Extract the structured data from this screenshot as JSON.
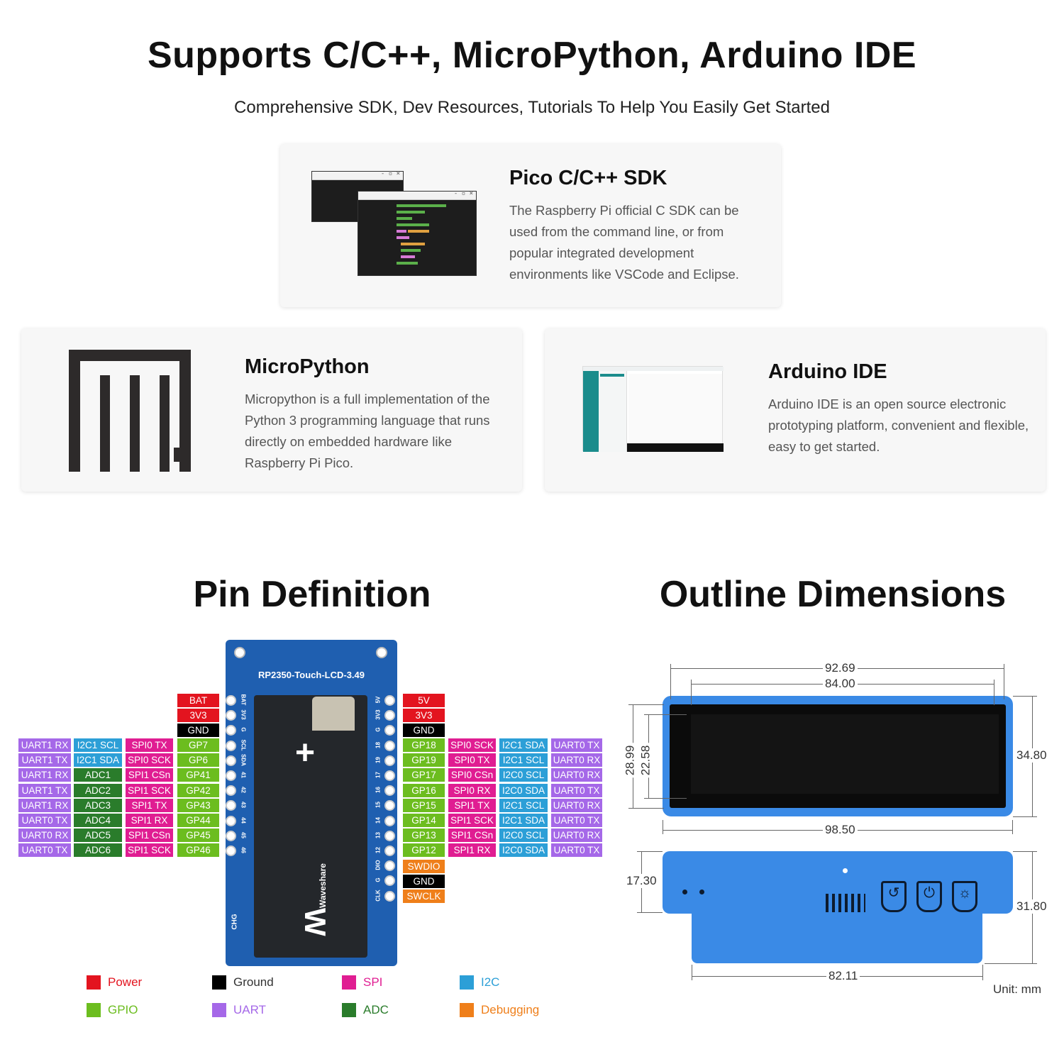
{
  "header": {
    "title": "Supports C/C++, MicroPython, Arduino IDE",
    "subtitle": "Comprehensive SDK, Dev Resources, Tutorials To Help You Easily Get Started"
  },
  "cards": {
    "pico": {
      "title": "Pico C/C++ SDK",
      "desc": "The Raspberry Pi official C SDK can be used from the command line, or from popular integrated development environments like VSCode and Eclipse."
    },
    "micropython": {
      "title": "MicroPython",
      "desc": "Micropython is a full implementation of the Python 3 programming language that runs directly on embedded hardware like Raspberry Pi Pico."
    },
    "arduino": {
      "title": "Arduino IDE",
      "desc": "Arduino IDE is an open source electronic prototyping platform, convenient and flexible, easy to get started."
    }
  },
  "pin_section": {
    "title": "Pin Definition",
    "board_name": "RP2350-Touch-LCD-3.49",
    "brand": "Waveshare",
    "chg_label": "CHG",
    "left_top": [
      {
        "label": "BAT",
        "type": "power"
      },
      {
        "label": "3V3",
        "type": "power"
      },
      {
        "label": "GND",
        "type": "ground"
      }
    ],
    "left_rows": [
      [
        "UART1 RX",
        "I2C1 SCL",
        "SPI0 TX",
        "GP7"
      ],
      [
        "UART1 TX",
        "I2C1 SDA",
        "SPI0 SCK",
        "GP6"
      ],
      [
        "UART1 RX",
        "ADC1",
        "SPI1 CSn",
        "GP41"
      ],
      [
        "UART1 TX",
        "ADC2",
        "SPI1 SCK",
        "GP42"
      ],
      [
        "UART1 RX",
        "ADC3",
        "SPI1 TX",
        "GP43"
      ],
      [
        "UART0 TX",
        "ADC4",
        "SPI1 RX",
        "GP44"
      ],
      [
        "UART0 RX",
        "ADC5",
        "SPI1 CSn",
        "GP45"
      ],
      [
        "UART0 TX",
        "ADC6",
        "SPI1 SCK",
        "GP46"
      ]
    ],
    "left_row_types": [
      "uart",
      "i2c",
      "spi",
      "gpio"
    ],
    "left_row_types_adc": [
      "uart",
      "adc",
      "spi",
      "gpio"
    ],
    "right_top": [
      {
        "label": "5V",
        "type": "power"
      },
      {
        "label": "3V3",
        "type": "power"
      },
      {
        "label": "GND",
        "type": "ground"
      }
    ],
    "right_rows": [
      [
        "GP18",
        "SPI0 SCK",
        "I2C1 SDA",
        "UART0 TX"
      ],
      [
        "GP19",
        "SPI0 TX",
        "I2C1 SCL",
        "UART0 RX"
      ],
      [
        "GP17",
        "SPI0 CSn",
        "I2C0 SCL",
        "UART0 RX"
      ],
      [
        "GP16",
        "SPI0 RX",
        "I2C0 SDA",
        "UART0 TX"
      ],
      [
        "GP15",
        "SPI1 TX",
        "I2C1 SCL",
        "UART0 RX"
      ],
      [
        "GP14",
        "SPI1 SCK",
        "I2C1 SDA",
        "UART0 TX"
      ],
      [
        "GP13",
        "SPI1 CSn",
        "I2C0 SCL",
        "UART0 RX"
      ],
      [
        "GP12",
        "SPI1 RX",
        "I2C0 SDA",
        "UART0 TX"
      ]
    ],
    "right_bottom": [
      {
        "label": "SWDIO",
        "type": "dbg"
      },
      {
        "label": "GND",
        "type": "ground"
      },
      {
        "label": "SWCLK",
        "type": "dbg"
      }
    ],
    "silk_left": [
      "BAT",
      "3V3",
      "G",
      "SCL",
      "SDA",
      "41",
      "42",
      "43",
      "44",
      "45",
      "46"
    ],
    "silk_right": [
      "5V",
      "3V3",
      "G",
      "18",
      "19",
      "17",
      "16",
      "15",
      "14",
      "13",
      "12",
      "DIO",
      "G",
      "CLK"
    ],
    "legend": [
      {
        "label": "Power",
        "color": "#e3141f"
      },
      {
        "label": "Ground",
        "color": "#000000"
      },
      {
        "label": "SPI",
        "color": "#e01d92"
      },
      {
        "label": "I2C",
        "color": "#2c9fd7"
      },
      {
        "label": "GPIO",
        "color": "#6cbd1f"
      },
      {
        "label": "UART",
        "color": "#a568e8"
      },
      {
        "label": "ADC",
        "color": "#2a7c2b"
      },
      {
        "label": "Debugging",
        "color": "#ef7f1a"
      }
    ]
  },
  "dim_section": {
    "title": "Outline Dimensions",
    "top_width_outer": "92.69",
    "top_width_inner": "84.00",
    "height_outer": "28.99",
    "height_inner": "22.58",
    "height_total": "34.80",
    "width_total": "98.50",
    "side_height": "17.30",
    "side_total": "31.80",
    "bottom_width": "82.11",
    "unit": "Unit: mm"
  }
}
